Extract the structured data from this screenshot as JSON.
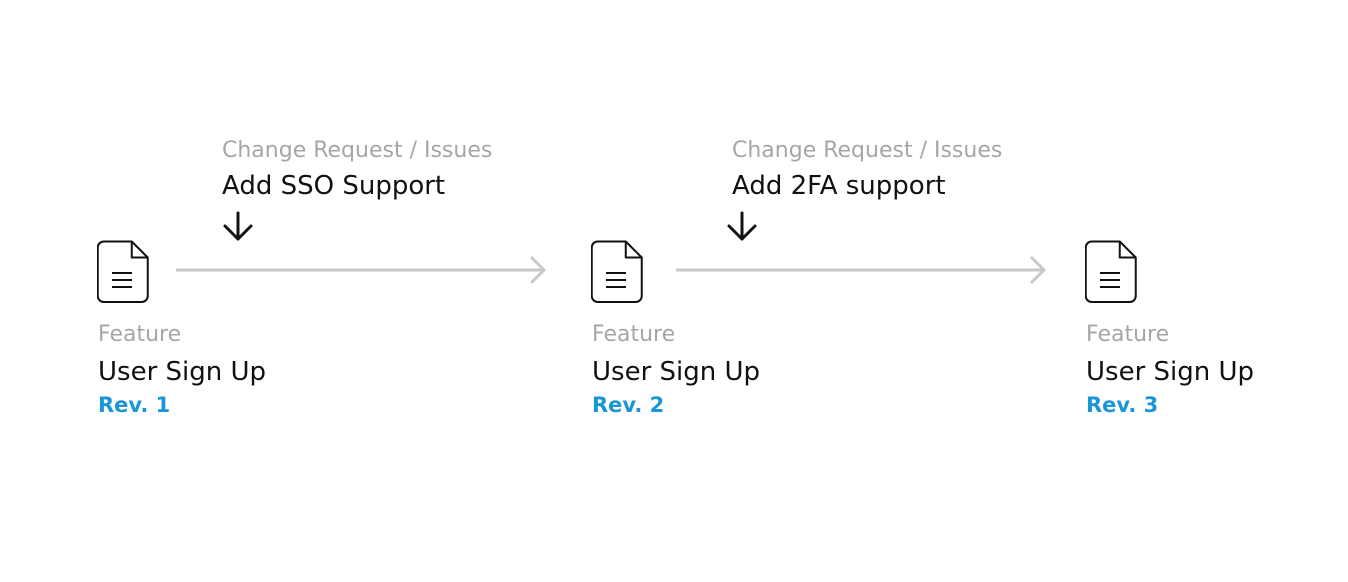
{
  "colors": {
    "muted": "#a6a6a6",
    "text": "#111111",
    "accent": "#1a96d6",
    "connector": "#c8c8c8"
  },
  "nodes": [
    {
      "type": "Feature",
      "name": "User Sign Up",
      "rev": "Rev. 1",
      "icon": "document-icon"
    },
    {
      "type": "Feature",
      "name": "User Sign Up",
      "rev": "Rev. 2",
      "icon": "document-icon"
    },
    {
      "type": "Feature",
      "name": "User Sign Up",
      "rev": "Rev. 3",
      "icon": "document-icon"
    }
  ],
  "change_requests": [
    {
      "label": "Change Request / Issues",
      "title": "Add SSO Support",
      "icon": "arrow-down-icon"
    },
    {
      "label": "Change Request / Issues",
      "title": "Add 2FA support",
      "icon": "arrow-down-icon"
    }
  ],
  "connectors": [
    {
      "from": "Rev. 1",
      "to": "Rev. 2",
      "icon": "arrow-right-icon"
    },
    {
      "from": "Rev. 2",
      "to": "Rev. 3",
      "icon": "arrow-right-icon"
    }
  ]
}
